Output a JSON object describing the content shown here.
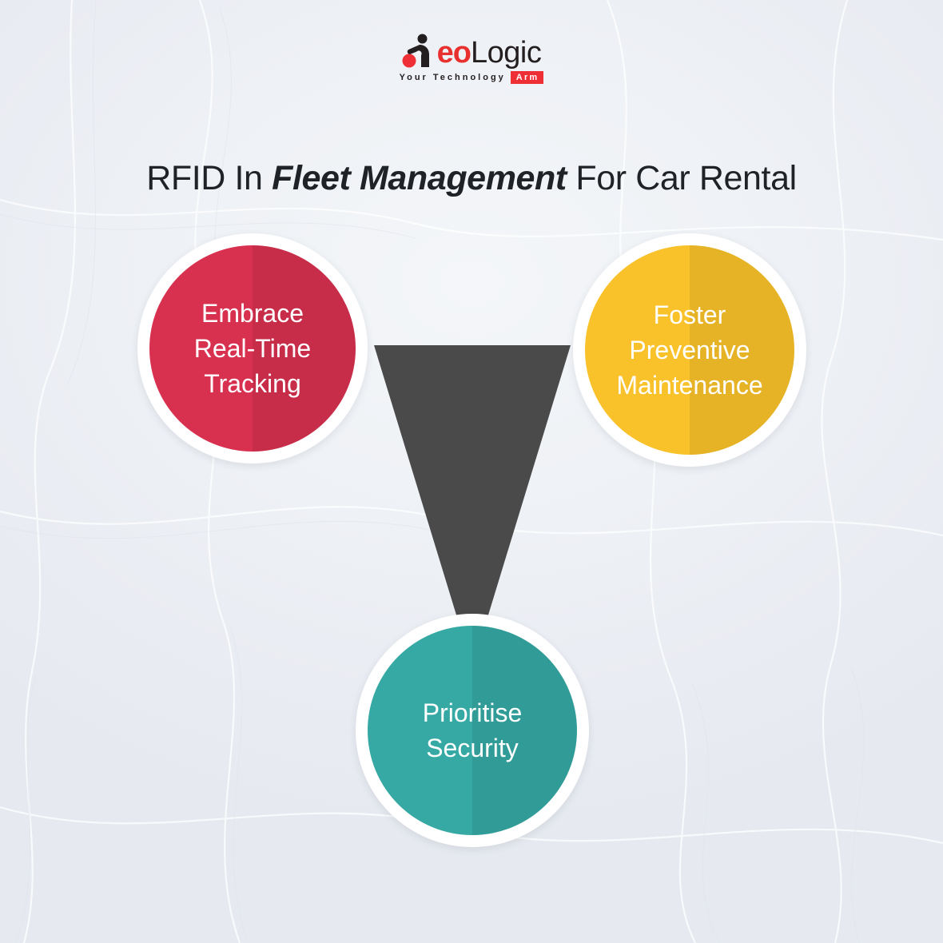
{
  "brand": {
    "name_accent": "eo",
    "name_rest": "Logic",
    "tagline": "Your Technology",
    "tagline_badge": "Arm",
    "accent_color": "#e8312f",
    "dark_color": "#231f20"
  },
  "title": {
    "before": "RFID In ",
    "emphasis": "Fleet Management",
    "after": " For Car Rental"
  },
  "diagram": {
    "center_shape_color": "#4a4a4a",
    "background_color": "#edf0f4",
    "nodes": [
      {
        "id": "tracking",
        "label": "Embrace\nReal-Time\nTracking",
        "line1": "Embrace",
        "line2": "Real-Time",
        "line3": "Tracking",
        "color": "#d8314f",
        "position": "top-left"
      },
      {
        "id": "maintenance",
        "label": "Foster\nPreventive\nMaintenance",
        "line1": "Foster",
        "line2": "Preventive",
        "line3": "Maintenance",
        "color": "#f9c22a",
        "position": "top-right"
      },
      {
        "id": "security",
        "label": "Prioritise\nSecurity",
        "line1": "Prioritise",
        "line2": "Security",
        "line3": "",
        "color": "#36a9a4",
        "position": "bottom-center"
      }
    ]
  }
}
